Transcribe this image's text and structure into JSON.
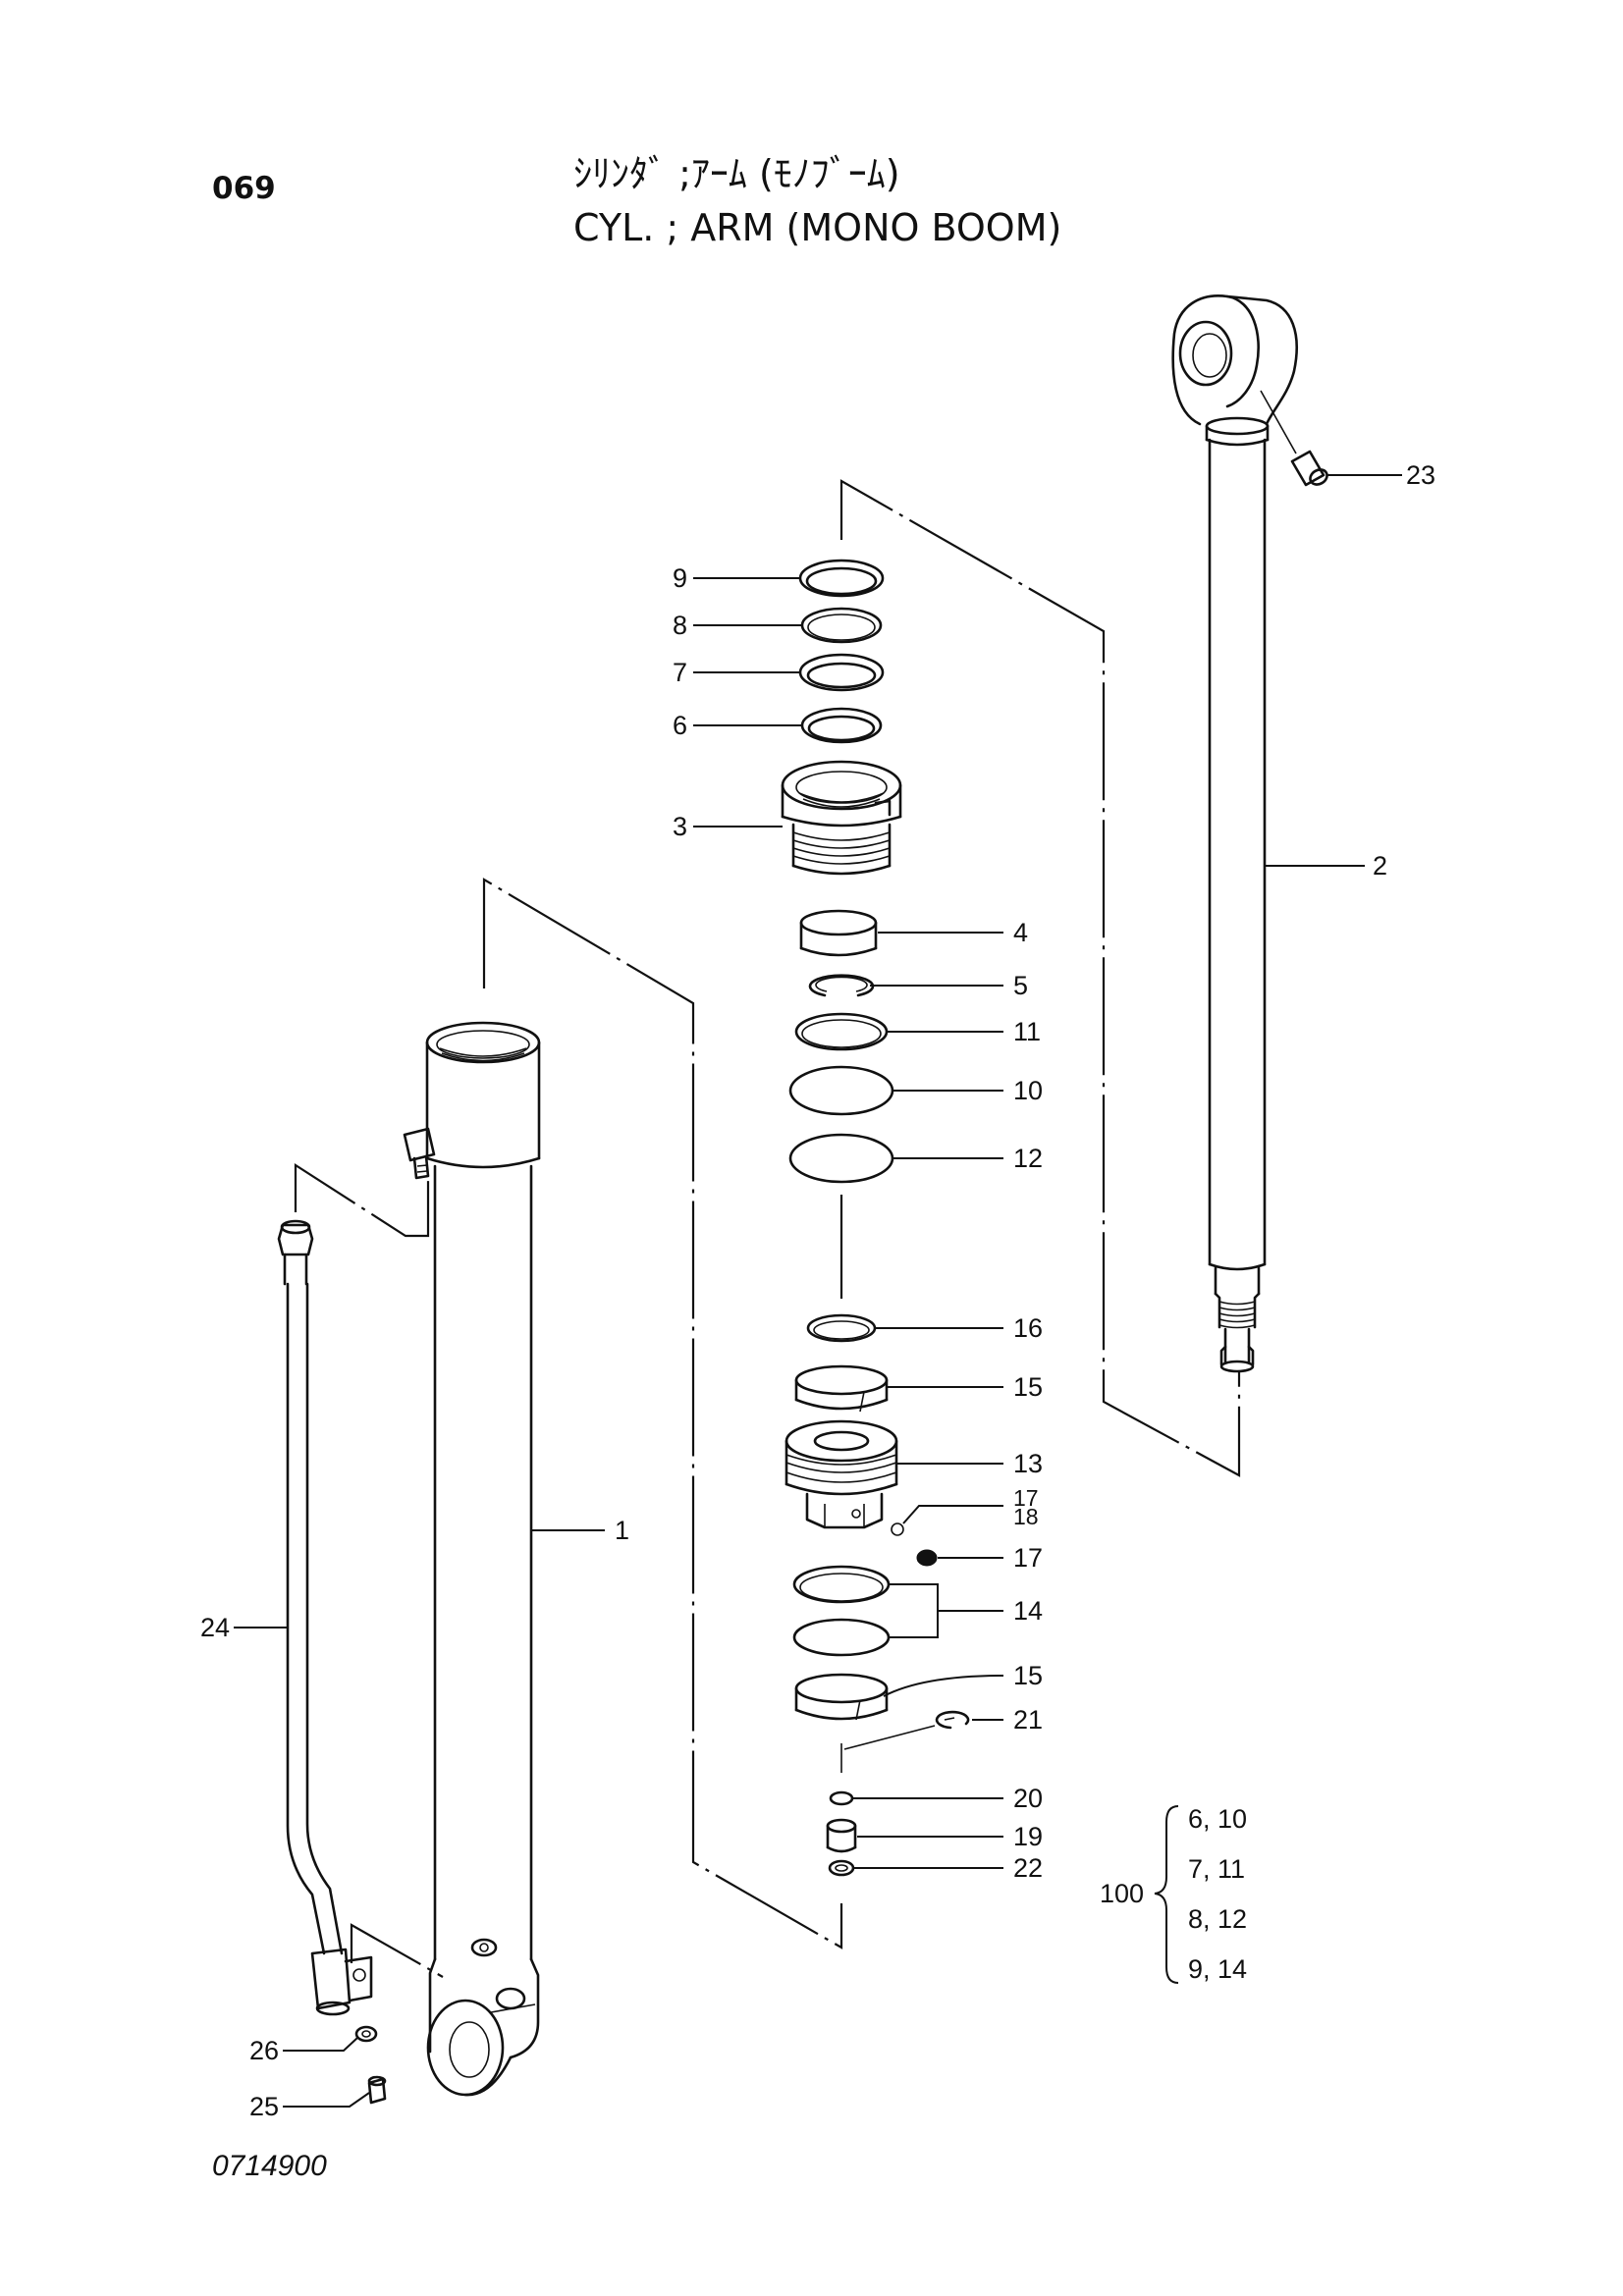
{
  "header": {
    "page_no": "069",
    "title_jp": "ｼﾘﾝﾀﾞ ;ｱｰﾑ (ﾓﾉﾌﾞｰﾑ)",
    "title_en": "CYL. ; ARM (MONO BOOM)"
  },
  "callouts": [
    "9",
    "8",
    "7",
    "6",
    "3",
    "4",
    "5",
    "11",
    "10",
    "12",
    "16",
    "15",
    "13",
    "17",
    "18",
    "17",
    "14",
    "15",
    "21",
    "20",
    "19",
    "22",
    "23",
    "2",
    "1",
    "24",
    "26",
    "25"
  ],
  "kit": {
    "number": "100",
    "pairs": [
      "6, 10",
      "7, 11",
      "8, 12",
      "9, 14"
    ]
  },
  "footer": {
    "code": "0714900"
  }
}
